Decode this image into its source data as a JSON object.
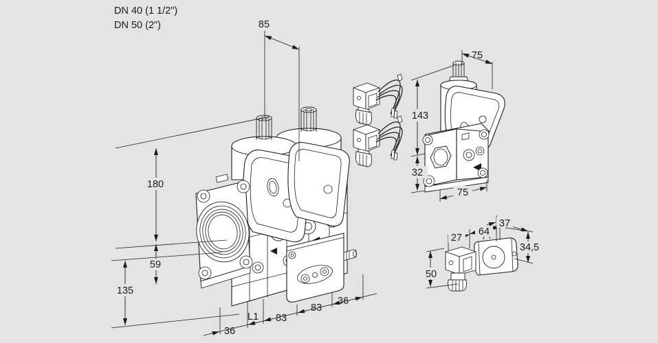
{
  "colors": {
    "background": "#e4e4e4",
    "line": "#1c1c1c",
    "fill": "#ffffff"
  },
  "header": {
    "dn_line1": "DN 40 (1 1/2\")",
    "dn_line2": "DN 50 (2\")"
  },
  "main_view": {
    "dim_85": "85",
    "dim_180": "180",
    "dim_59": "59",
    "dim_135": "135",
    "dim_36_left": "36",
    "dim_L1": "L1",
    "dim_83_first": "83",
    "dim_83_second": "83",
    "dim_36_right": "36"
  },
  "side_view": {
    "dim_75_top": "75",
    "dim_143": "143",
    "dim_32": "32",
    "dim_75_bottom": "75"
  },
  "accessory_view": {
    "dim_27": "27",
    "dim_64": "64",
    "dim_37": "37",
    "dim_34_5": "34,5",
    "dim_50": "50"
  }
}
